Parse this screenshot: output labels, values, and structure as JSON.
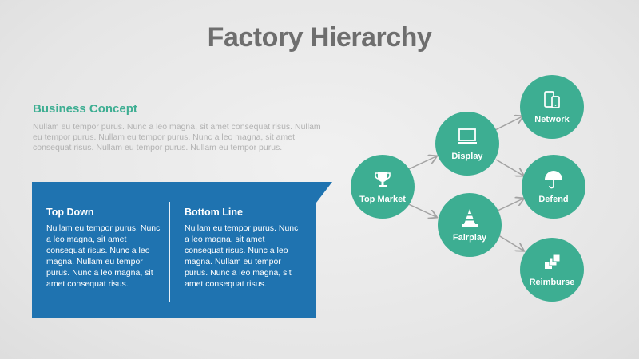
{
  "title": "Factory Hierarchy",
  "concept": {
    "heading": "Business Concept",
    "body": "Nullam eu tempor purus. Nunc a leo magna, sit amet consequat risus. Nullam eu tempor purus. Nullam eu tempor purus. Nunc a leo magna, sit amet consequat risus. Nullam eu tempor purus. Nullam eu tempor purus."
  },
  "panel": {
    "color": "#1f73b0",
    "left": {
      "heading": "Top Down",
      "body": "Nullam eu tempor purus. Nunc a leo magna, sit amet consequat risus. Nunc a leo magna. Nullam eu tempor purus. Nunc a leo magna, sit amet consequat risus."
    },
    "right": {
      "heading": "Bottom Line",
      "body": "Nullam eu tempor purus. Nunc a leo magna, sit amet consequat risus. Nunc a leo magna. Nullam eu tempor purus. Nunc a leo magna, sit amet consequat risus."
    }
  },
  "diagram": {
    "node_color": "#3dae92",
    "nodes": [
      {
        "label": "Top Market",
        "icon": "trophy-icon"
      },
      {
        "label": "Display",
        "icon": "monitor-icon"
      },
      {
        "label": "Fairplay",
        "icon": "traffic-cone-icon"
      },
      {
        "label": "Network",
        "icon": "devices-icon"
      },
      {
        "label": "Defend",
        "icon": "umbrella-icon"
      },
      {
        "label": "Reimburse",
        "icon": "stacked-squares-icon"
      }
    ]
  }
}
